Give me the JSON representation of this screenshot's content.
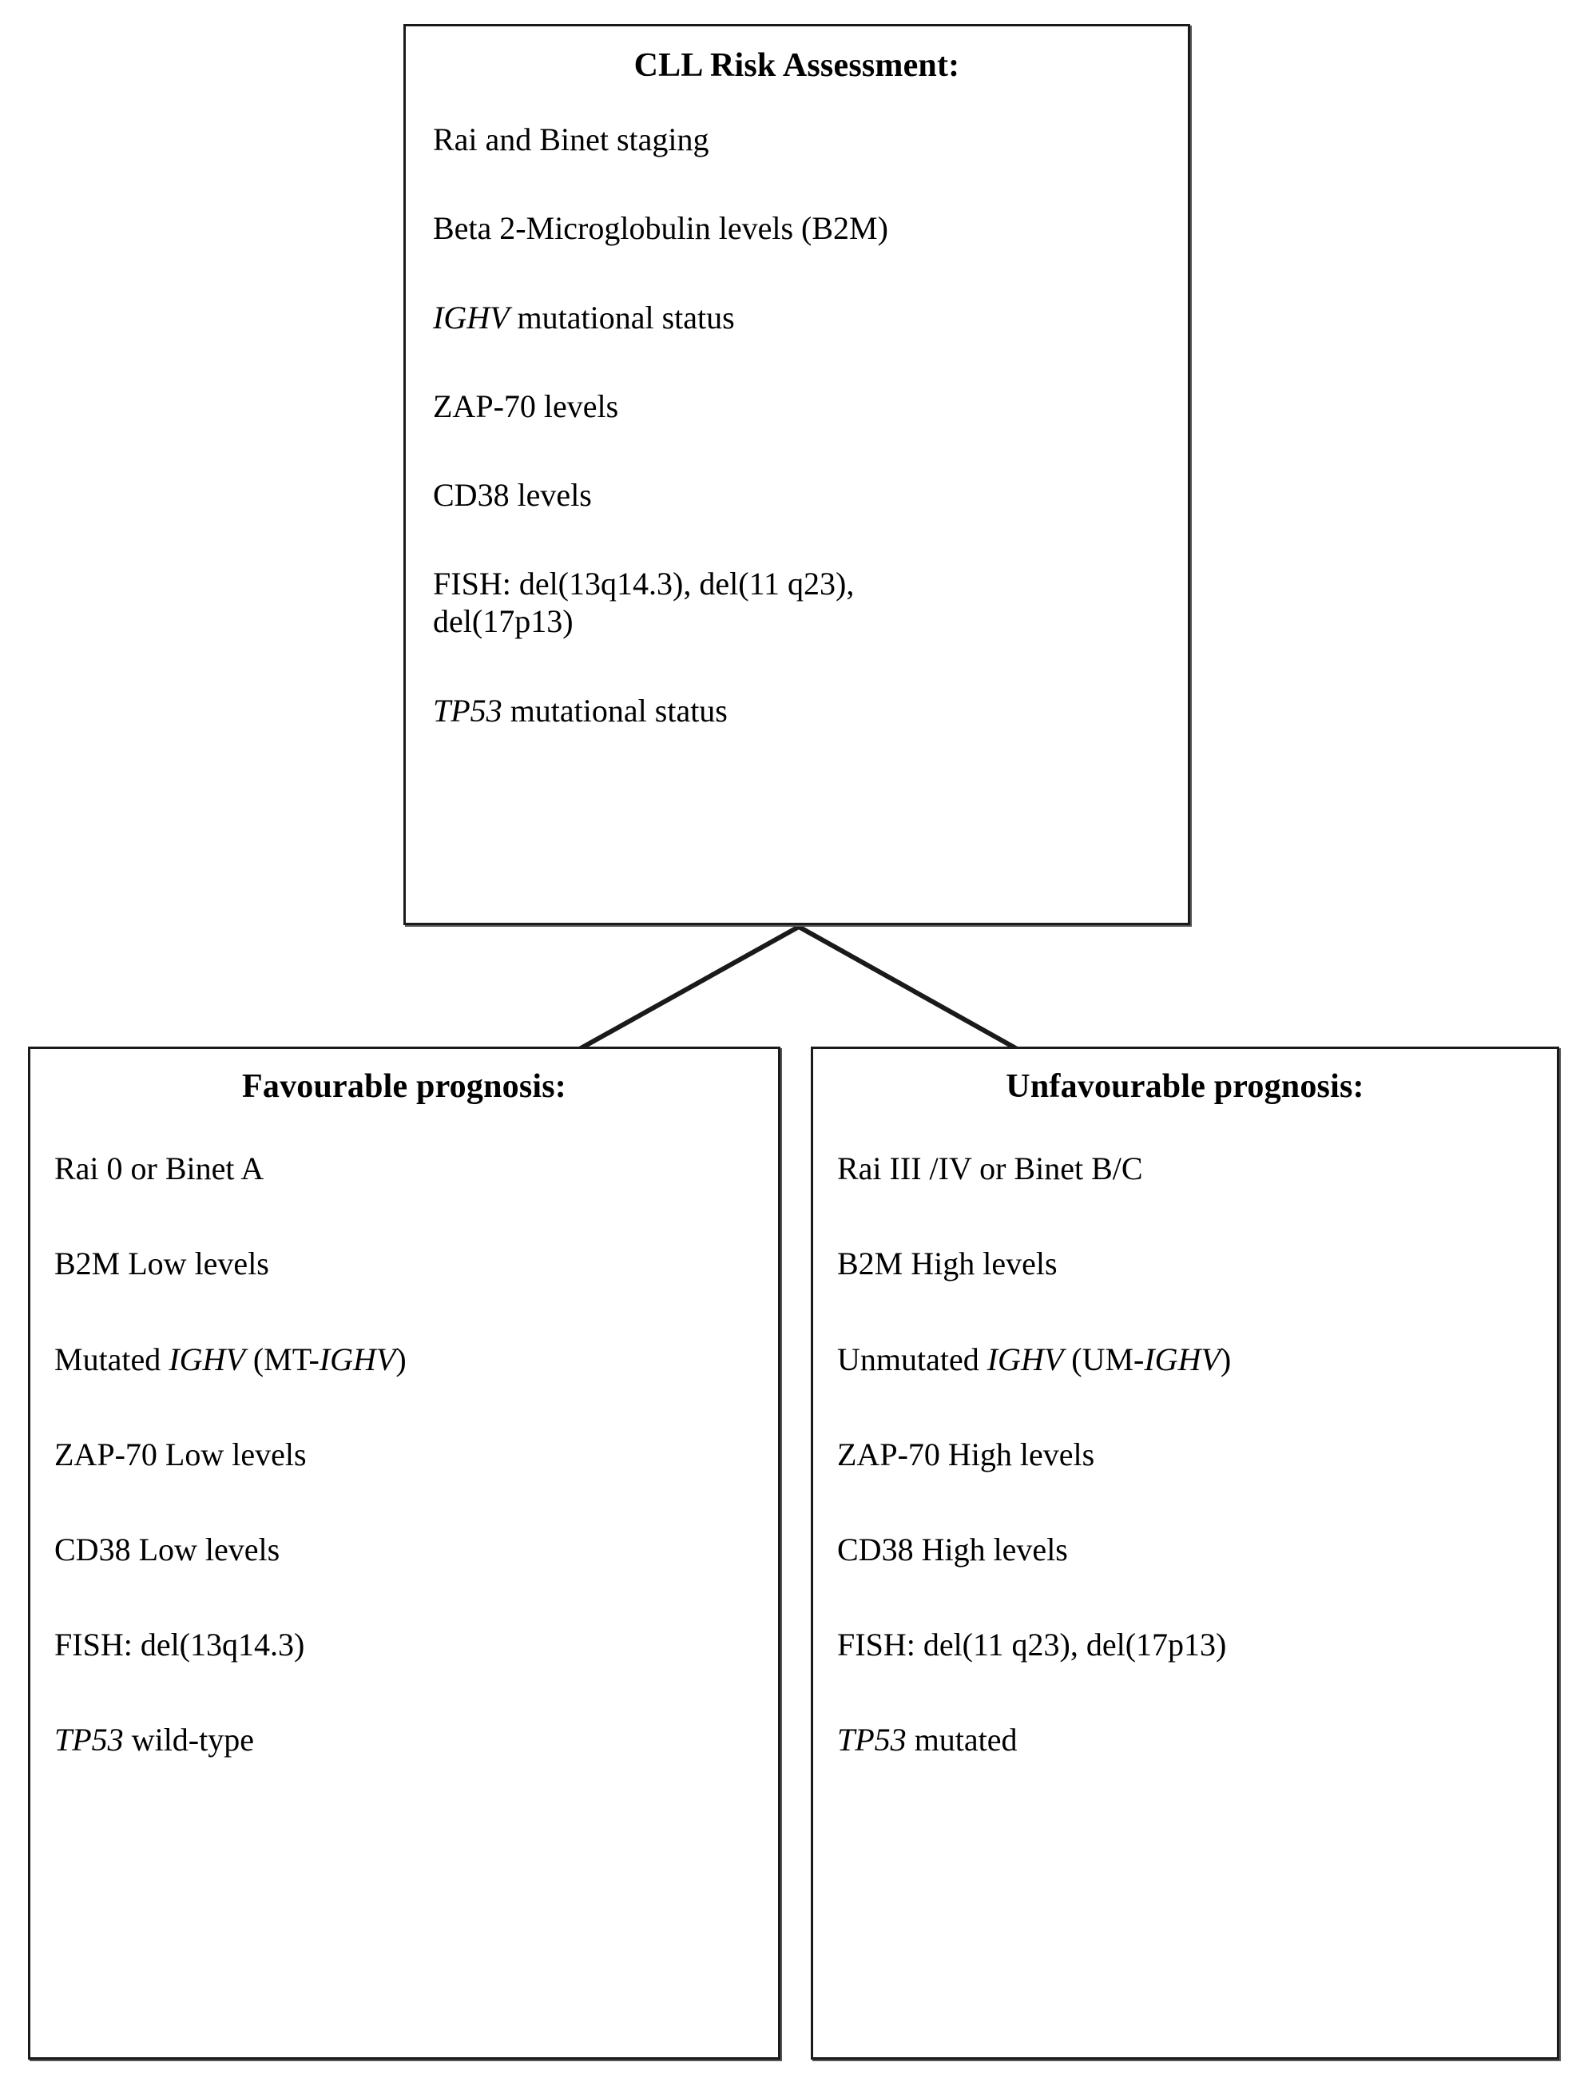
{
  "diagram": {
    "title": "CLL Risk Assessment flowchart",
    "line_color": "#1a1a1a",
    "background": "#ffffff"
  },
  "top_box": {
    "title": "CLL Risk Assessment:",
    "items": [
      {
        "id": "staging",
        "text": "Rai and Binet staging",
        "italic": ""
      },
      {
        "id": "b2m",
        "text": "Beta 2-Microglobulin levels (B2M)",
        "italic": ""
      },
      {
        "id": "ighv",
        "text": "IGHV mutational status",
        "italic": "IGHV"
      },
      {
        "id": "zap70",
        "text": "ZAP-70 levels",
        "italic": ""
      },
      {
        "id": "cd38",
        "text": "CD38 levels",
        "italic": ""
      },
      {
        "id": "fish",
        "text": "FISH: del(13q14.3), del(11 q23),\ndel(17p13)",
        "italic": ""
      },
      {
        "id": "tp53",
        "text": "TP53 mutational status",
        "italic": "TP53"
      }
    ]
  },
  "left_box": {
    "title": "Favourable prognosis:",
    "items": [
      {
        "id": "staging",
        "text": "Rai 0 or Binet A",
        "italic": ""
      },
      {
        "id": "b2m",
        "text": "B2M Low levels",
        "italic": ""
      },
      {
        "id": "ighv",
        "text": "Mutated IGHV (MT-IGHV)",
        "italic": "IGHV"
      },
      {
        "id": "zap70",
        "text": "ZAP-70 Low levels",
        "italic": ""
      },
      {
        "id": "cd38",
        "text": "CD38 Low levels",
        "italic": ""
      },
      {
        "id": "fish",
        "text": "FISH: del(13q14.3)",
        "italic": ""
      },
      {
        "id": "tp53",
        "text": "TP53 wild-type",
        "italic": "TP53"
      }
    ]
  },
  "right_box": {
    "title": "Unfavourable prognosis:",
    "items": [
      {
        "id": "staging",
        "text": "Rai III /IV or Binet B/C",
        "italic": ""
      },
      {
        "id": "b2m",
        "text": "B2M High levels",
        "italic": ""
      },
      {
        "id": "ighv",
        "text": "Unmutated IGHV (UM-IGHV)",
        "italic": "IGHV"
      },
      {
        "id": "zap70",
        "text": "ZAP-70 High levels",
        "italic": ""
      },
      {
        "id": "cd38",
        "text": "CD38 High levels",
        "italic": ""
      },
      {
        "id": "fish",
        "text": "FISH: del(11 q23), del(17p13)",
        "italic": ""
      },
      {
        "id": "tp53",
        "text": "TP53 mutated",
        "italic": "TP53"
      }
    ]
  },
  "arrows": [
    {
      "id": "arrow-to-favourable",
      "from": "top-box",
      "to": "left-box",
      "direction": "down-left"
    },
    {
      "id": "arrow-to-unfavourable",
      "from": "top-box",
      "to": "right-box",
      "direction": "down-right"
    }
  ]
}
